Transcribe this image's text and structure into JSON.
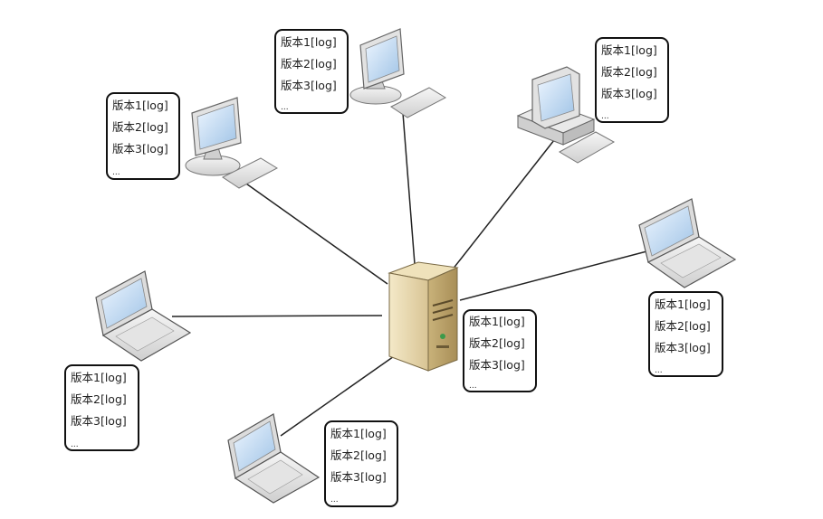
{
  "diagram": {
    "server": {
      "versions": [
        "版本1[log]",
        "版本2[log]",
        "版本3[log]"
      ],
      "more": "..."
    },
    "clients": [
      {
        "id": "left-monitor",
        "kind": "monitor",
        "versions": [
          "版本1[log]",
          "版本2[log]",
          "版本3[log]"
        ],
        "more": "..."
      },
      {
        "id": "top-monitor",
        "kind": "monitor",
        "versions": [
          "版本1[log]",
          "版本2[log]",
          "版本3[log]"
        ],
        "more": "..."
      },
      {
        "id": "top-right-desktop",
        "kind": "desktop",
        "versions": [
          "版本1[log]",
          "版本2[log]",
          "版本3[log]"
        ],
        "more": "..."
      },
      {
        "id": "right-laptop",
        "kind": "laptop",
        "versions": [
          "版本1[log]",
          "版本2[log]",
          "版本3[log]"
        ],
        "more": "..."
      },
      {
        "id": "left-laptop",
        "kind": "laptop",
        "versions": [
          "版本1[log]",
          "版本2[log]",
          "版本3[log]"
        ],
        "more": "..."
      },
      {
        "id": "bottom-laptop",
        "kind": "laptop",
        "versions": [
          "版本1[log]",
          "版本2[log]",
          "版本3[log]"
        ],
        "more": "..."
      }
    ]
  }
}
